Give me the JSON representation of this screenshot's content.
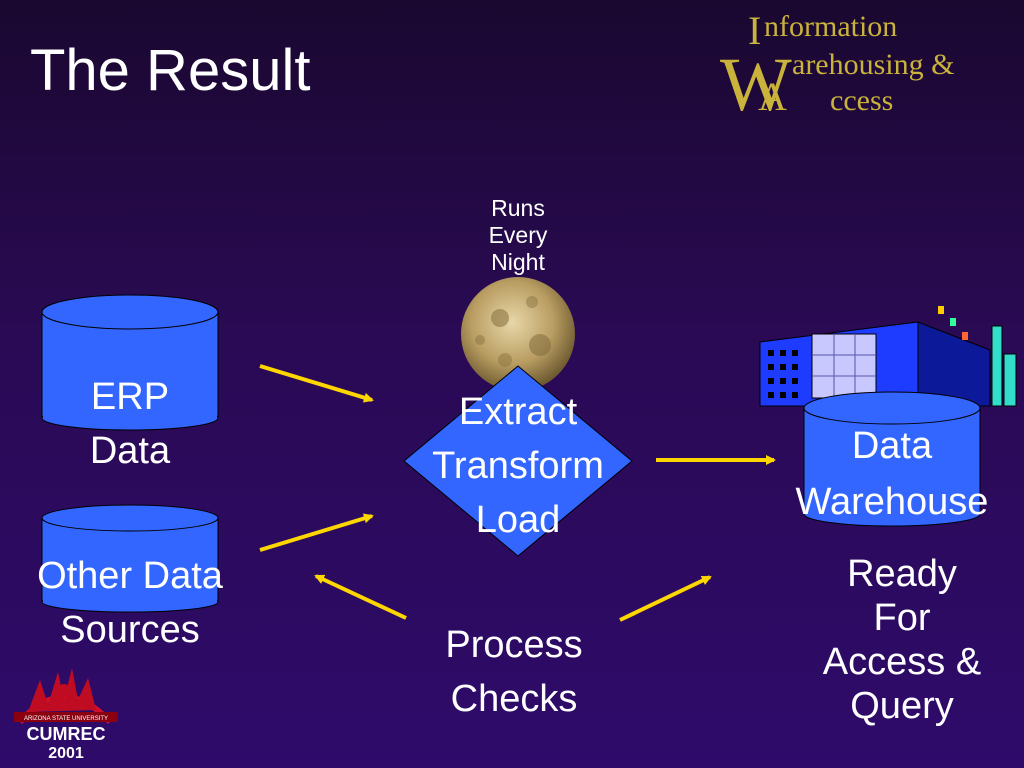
{
  "slide": {
    "title": "The Result"
  },
  "logo": {
    "line1": "Information",
    "line2": "Warehousing &",
    "line3": "Access",
    "cap_i": "I",
    "cap_w": "W",
    "cap_a": "A",
    "rest1": "nformation",
    "rest2": "arehousing &",
    "rest3": "ccess",
    "color": "#c9b33a"
  },
  "moon_note": {
    "line1": "Runs",
    "line2": "Every",
    "line3": "Night"
  },
  "sources": {
    "erp": {
      "line1": "ERP",
      "line2": "Data"
    },
    "other": {
      "line1": "Other Data",
      "line2": "Sources"
    }
  },
  "etl": {
    "line1": "Extract",
    "line2": "Transform",
    "line3": "Load"
  },
  "warehouse": {
    "line1": "Data",
    "line2": "Warehouse"
  },
  "ready": {
    "line1": "Ready",
    "line2": "For",
    "line3": "Access &",
    "line4": "Query"
  },
  "checks": {
    "line1": "Process",
    "line2": "Checks"
  },
  "badge": {
    "org": "ARIZONA STATE UNIVERSITY",
    "name": "CUMREC",
    "year": "2001"
  },
  "colors": {
    "shape_fill": "#3366ff",
    "arrow": "#ffd700",
    "logo": "#c9b33a"
  }
}
